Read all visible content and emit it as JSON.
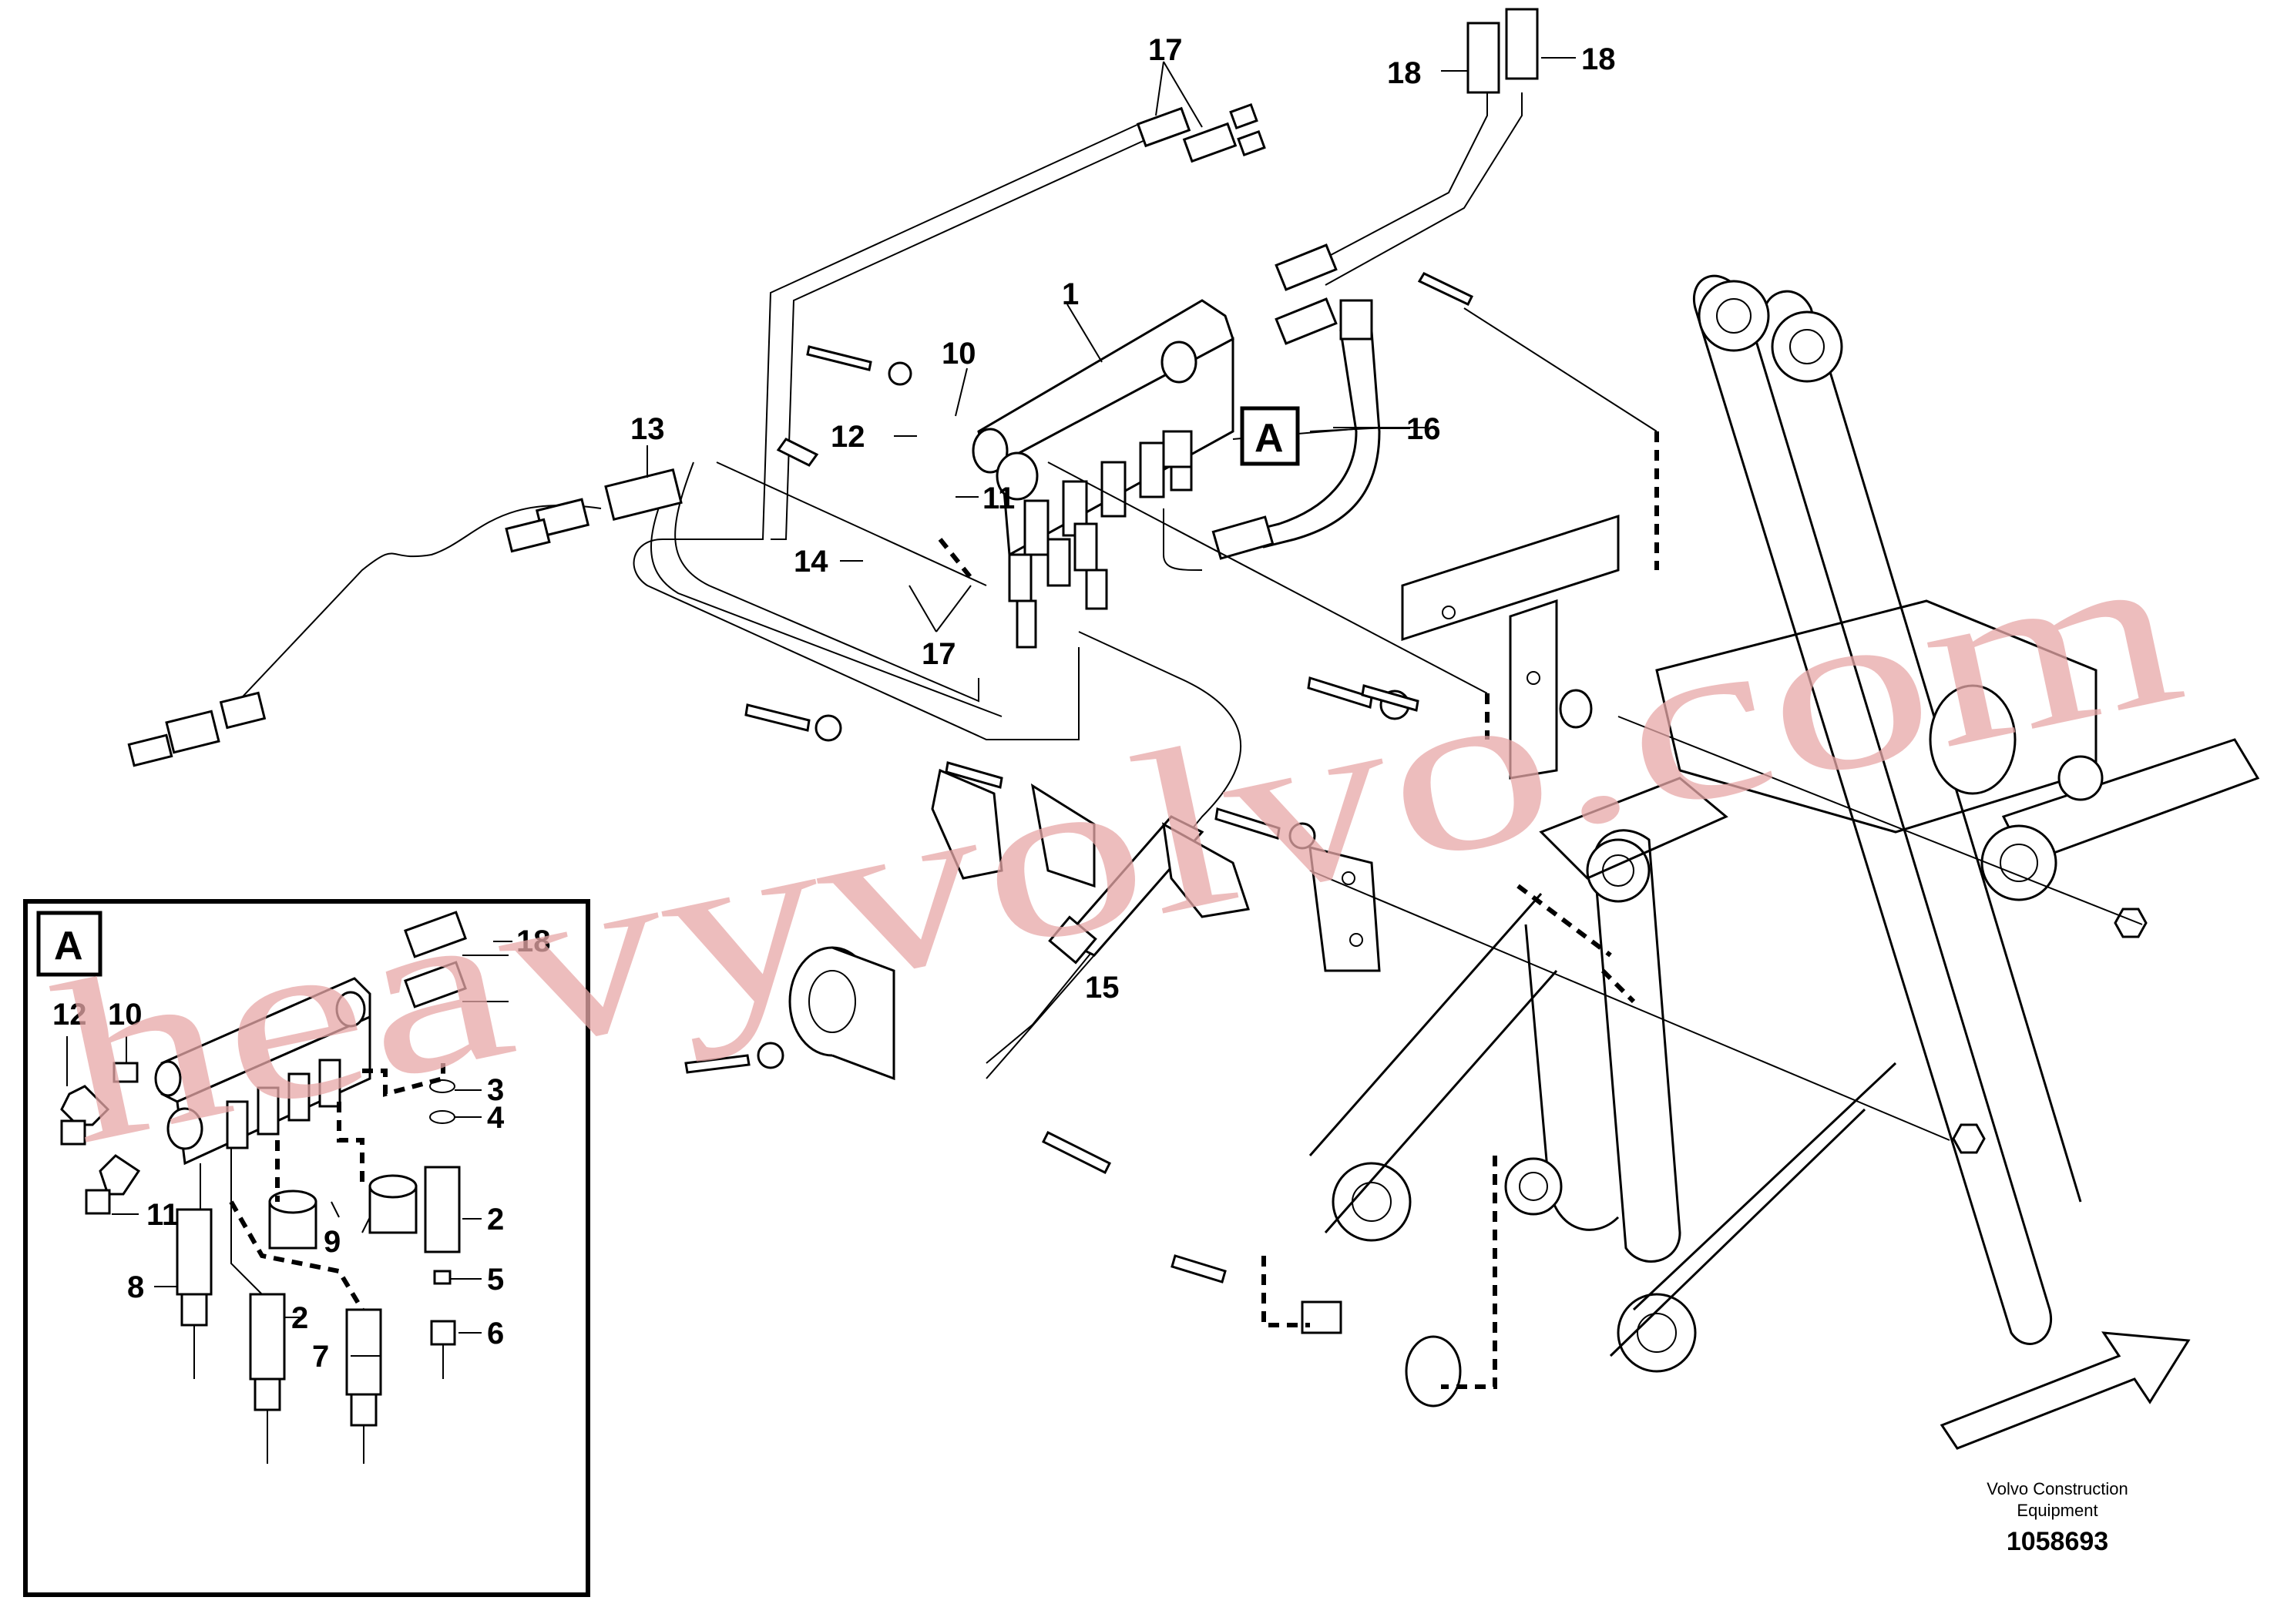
{
  "watermark": "heavyvolvo.com",
  "view_label": "A",
  "callouts": {
    "c1": "1",
    "c2a": "2",
    "c2b": "2",
    "c3": "3",
    "c4": "4",
    "c5": "5",
    "c6": "6",
    "c7": "7",
    "c8": "8",
    "c9": "9",
    "c10a": "10",
    "c10b": "10",
    "c11a": "11",
    "c11b": "11",
    "c12a": "12",
    "c12b": "12",
    "c13": "13",
    "c14": "14",
    "c15": "15",
    "c16": "16",
    "c17a": "17",
    "c17b": "17",
    "c18a": "18",
    "c18b": "18",
    "c18c": "18"
  },
  "footer": {
    "brand_line1": "Volvo Construction",
    "brand_line2": "Equipment",
    "drawing_number": "1058693"
  }
}
